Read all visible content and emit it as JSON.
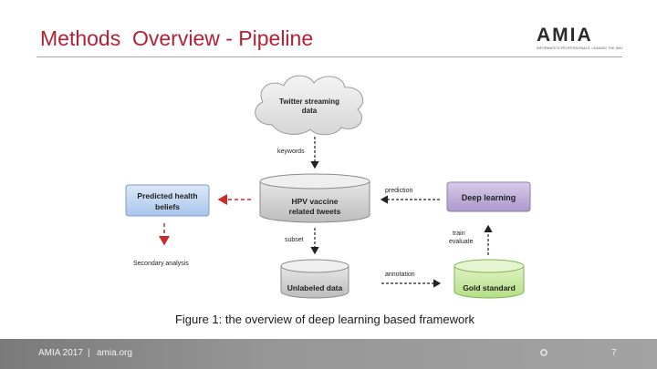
{
  "slide": {
    "title": "Methods  Overview - Pipeline",
    "logo": {
      "wordmark": "AMIA",
      "tagline": "INFORMATICS PROFESSIONALS. LEADING THE WAY."
    },
    "caption": "Figure 1: the overview of deep learning based framework"
  },
  "diagram": {
    "cloud_line1": "Twitter streaming",
    "cloud_line2": "data",
    "edge_keywords": "keywords",
    "db_hpv_line1": "HPV vaccine",
    "db_hpv_line2": "related tweets",
    "predicted_line1": "Predicted health",
    "predicted_line2": "beliefs",
    "deep_learning": "Deep learning",
    "edge_prediction": "prediction",
    "edge_subset": "subset",
    "edge_train": "train",
    "edge_evaluate": "evaluate",
    "secondary_analysis": "Secondary analysis",
    "db_unlabeled": "Unlabeled data",
    "edge_annotation": "annotation",
    "db_gold": "Gold standard"
  },
  "footer": {
    "org": "AMIA 2017",
    "separator": "|",
    "site": "amia.org",
    "page_number": "7"
  }
}
